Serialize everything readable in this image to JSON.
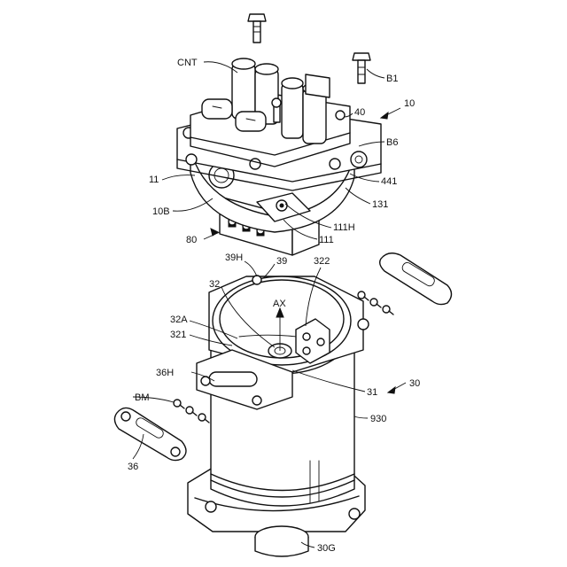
{
  "labels": {
    "cnt": "CNT",
    "b1": "B1",
    "n10": "10",
    "n40": "40",
    "b6": "B6",
    "n11": "11",
    "n441": "441",
    "n10b": "10B",
    "n131": "131",
    "n111h": "111H",
    "n80": "80",
    "n111": "111",
    "n39h": "39H",
    "n39": "39",
    "n322": "322",
    "n32": "32",
    "ax": "AX",
    "n32a": "32A",
    "n321": "321",
    "n36h": "36H",
    "n30": "30",
    "n31": "31",
    "bm": "BM",
    "n930": "930",
    "n36": "36",
    "n30g": "30G"
  }
}
